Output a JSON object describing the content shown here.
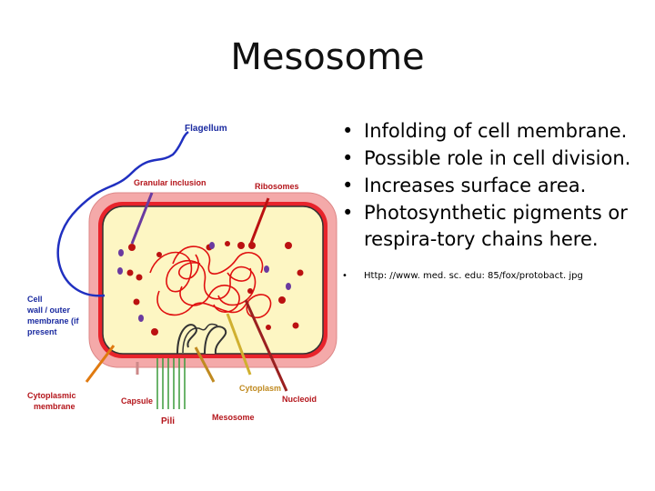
{
  "slide": {
    "title": "Mesosome",
    "bullets": [
      "Infolding of cell membrane.",
      "Possible role in cell division.",
      "Increases surface area.",
      "Photosynthetic pigments or respira-tory chains here."
    ],
    "source": "Http: //www. med. sc. edu: 85/fox/protobact. jpg"
  },
  "diagram": {
    "labels": {
      "flagellum": "Flagellum",
      "granular_inclusion": "Granular inclusion",
      "ribosomes": "Ribosomes",
      "cell_wall_1": "Cell",
      "cell_wall_2": "wall / outer",
      "cell_wall_3": "membrane (if",
      "cell_wall_4": "present",
      "cytoplasmic_1": "Cytoplasmic",
      "cytoplasmic_2": "membrane",
      "capsule": "Capsule",
      "pili": "Pili",
      "mesosome": "Mesosome",
      "cytoplasm": "Cytoplasm",
      "nucleoid": "Nucleoid"
    },
    "colors": {
      "capsule": "#f4a9a9",
      "cell_wall": "#e8232b",
      "cytoplasm": "#fdf6c3",
      "dna": "#e01010",
      "label_blue": "#1a2aa0",
      "label_red": "#b4151b"
    }
  }
}
